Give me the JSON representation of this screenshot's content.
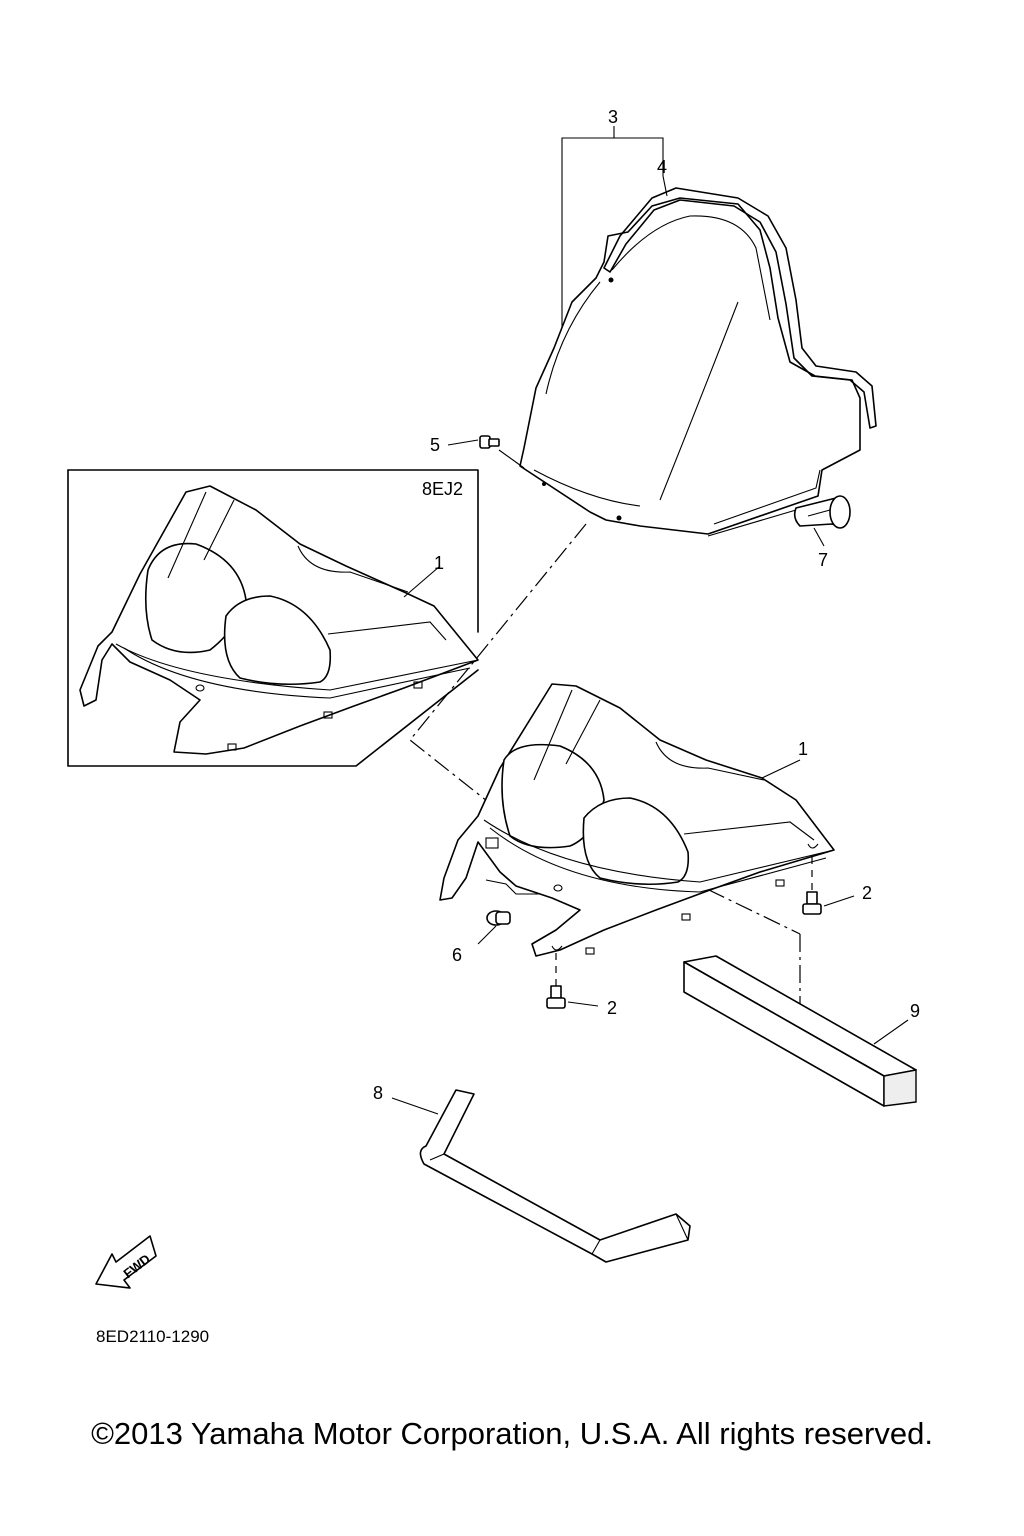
{
  "diagram": {
    "inset_label": "8EJ2",
    "drawing_number": "8ED2110-1290",
    "fwd_label": "FWD",
    "callouts": {
      "c1_inset": "1",
      "c1_main": "1",
      "c2_upper": "2",
      "c2_lower": "2",
      "c3": "3",
      "c4": "4",
      "c5": "5",
      "c6": "6",
      "c7": "7",
      "c8": "8",
      "c9": "9"
    }
  },
  "footer": {
    "copyright": "©2013 Yamaha Motor Corporation, U.S.A. All rights reserved."
  }
}
